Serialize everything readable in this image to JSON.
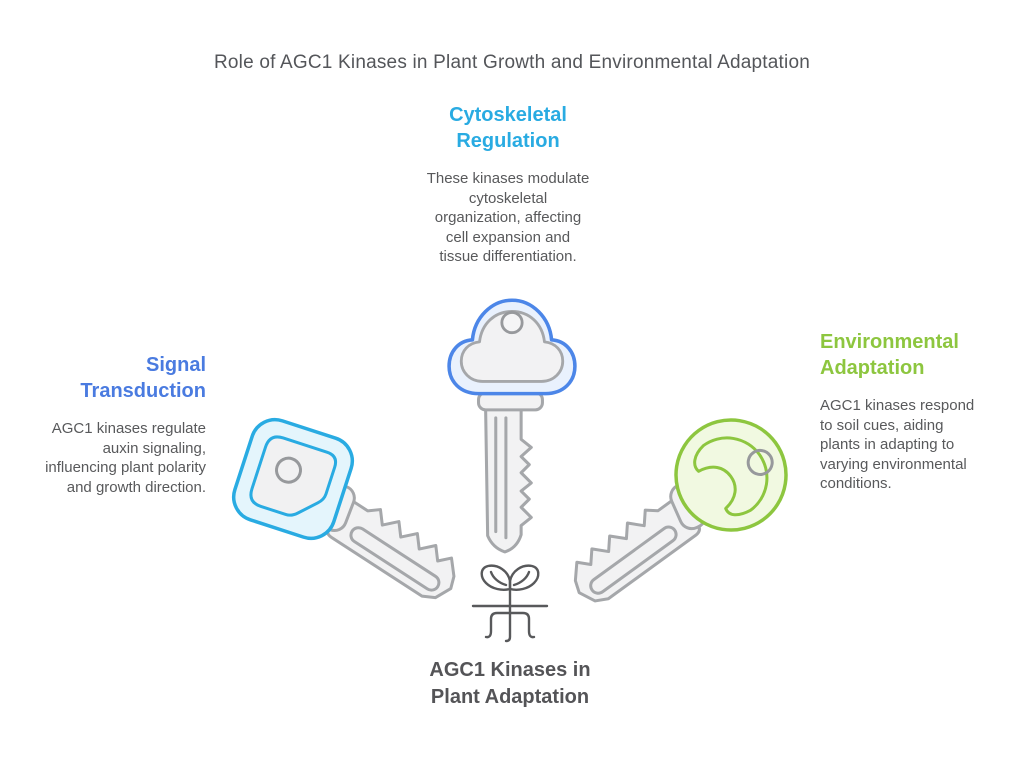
{
  "title": "Role of AGC1 Kinases in Plant Growth and Environmental Adaptation",
  "colors": {
    "cyan_accent": "#29ABE2",
    "blue_accent": "#4A7BE0",
    "green_accent": "#8DC63F",
    "key_blue_stroke": "#4C86E8",
    "key_gray_stroke": "#A5A7AA",
    "text_gray": "#58595B"
  },
  "sections": {
    "top": {
      "icon": "cloud-key-icon",
      "heading_lines": [
        "Cytoskeletal",
        "Regulation"
      ],
      "body_lines": [
        "These kinases modulate",
        "cytoskeletal",
        "organization, affecting",
        "cell expansion and",
        "tissue differentiation."
      ]
    },
    "left": {
      "icon": "square-key-icon",
      "heading_lines": [
        "Signal",
        "Transduction"
      ],
      "body_lines": [
        "AGC1 kinases regulate",
        "auxin signaling,",
        "influencing plant polarity",
        "and growth direction."
      ]
    },
    "right": {
      "icon": "round-key-icon",
      "heading_lines": [
        "Environmental",
        "Adaptation"
      ],
      "body_lines": [
        "AGC1 kinases respond",
        "to soil cues, aiding",
        "plants in adapting to",
        "varying environmental",
        "conditions."
      ]
    }
  },
  "center": {
    "icon": "seedling-icon",
    "label_lines": [
      "AGC1 Kinases in",
      "Plant Adaptation"
    ]
  }
}
